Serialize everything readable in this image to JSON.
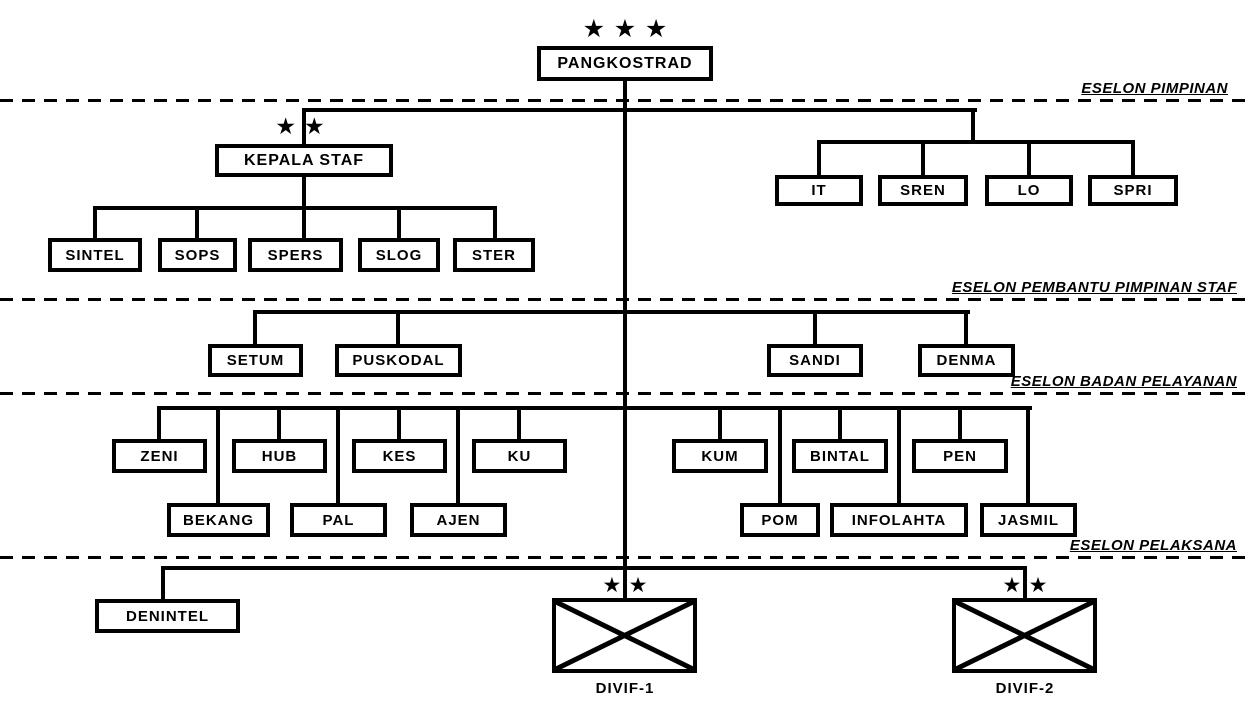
{
  "colors": {
    "line": "#000000",
    "background": "#ffffff",
    "text": "#000000"
  },
  "ranks": {
    "three_star": "★ ★ ★",
    "two_star": "★ ★"
  },
  "eselon": {
    "pimpinan": "ESELON PIMPINAN",
    "pembantu_pimpinan_staf": "ESELON PEMBANTU PIMPINAN STAF",
    "badan_pelayanan": "ESELON BADAN PELAYANAN",
    "pelaksana": "ESELON PELAKSANA"
  },
  "nodes": {
    "pangkostrad": "PANGKOSTRAD",
    "kepala_staf": "KEPALA STAF",
    "it": "IT",
    "sren": "SREN",
    "lo": "LO",
    "spri": "SPRI",
    "sintel": "SINTEL",
    "sops": "SOPS",
    "spers": "SPERS",
    "slog": "SLOG",
    "ster": "STER",
    "setum": "SETUM",
    "puskodal": "PUSKODAL",
    "sandi": "SANDI",
    "denma": "DENMA",
    "zeni": "ZENI",
    "hub": "HUB",
    "kes": "KES",
    "ku": "KU",
    "kum": "KUM",
    "bintal": "BINTAL",
    "pen": "PEN",
    "bekang": "BEKANG",
    "pal": "PAL",
    "ajen": "AJEN",
    "pom": "POM",
    "infolahta": "INFOLAHTA",
    "jasmil": "JASMIL",
    "denintel": "DENINTEL",
    "divif1": "DIVIF-1",
    "divif2": "DIVIF-2"
  },
  "hierarchy": {
    "commander": "PANGKOSTRAD",
    "eselon_pimpinan": {
      "kepala_staf": "KEPALA STAF",
      "staf_pribadi": [
        "IT",
        "SREN",
        "LO",
        "SPRI"
      ],
      "staf_umum_under_kepala_staf": [
        "SINTEL",
        "SOPS",
        "SPERS",
        "SLOG",
        "STER"
      ]
    },
    "eselon_pembantu_pimpinan_staf": [
      "SETUM",
      "PUSKODAL",
      "SANDI",
      "DENMA"
    ],
    "eselon_badan_pelayanan": [
      "ZENI",
      "BEKANG",
      "HUB",
      "PAL",
      "KES",
      "AJEN",
      "KU",
      "KUM",
      "POM",
      "BINTAL",
      "INFOLAHTA",
      "PEN",
      "JASMIL"
    ],
    "eselon_pelaksana": [
      "DENINTEL",
      "DIVIF-1",
      "DIVIF-2"
    ]
  }
}
